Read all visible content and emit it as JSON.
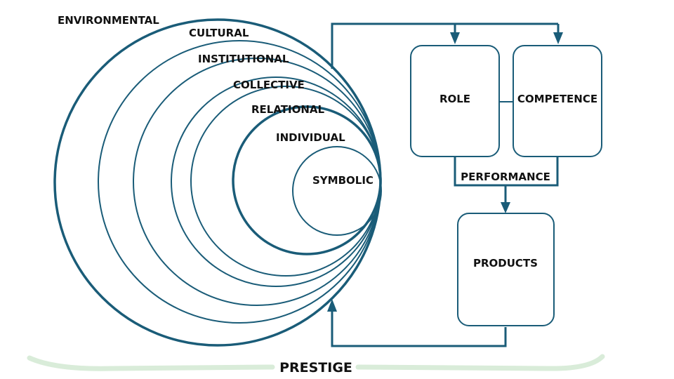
{
  "colors": {
    "stroke": "#1a5c78",
    "text": "#111111",
    "brace": "#d9ecd9",
    "background": "#ffffff"
  },
  "circles": {
    "environmental": "ENVIRONMENTAL",
    "cultural": "CULTURAL",
    "institutional": "INSTITUTIONAL",
    "collective": "COLLECTIVE",
    "relational": "RELATIONAL",
    "individual": "INDIVIDUAL",
    "symbolic": "SYMBOLIC"
  },
  "boxes": {
    "role": "ROLE",
    "competence": "COMPETENCE",
    "products": "PRODUCTS"
  },
  "connectors": {
    "performance": "PERFORMANCE"
  },
  "footer": {
    "prestige": "PRESTIGE"
  }
}
